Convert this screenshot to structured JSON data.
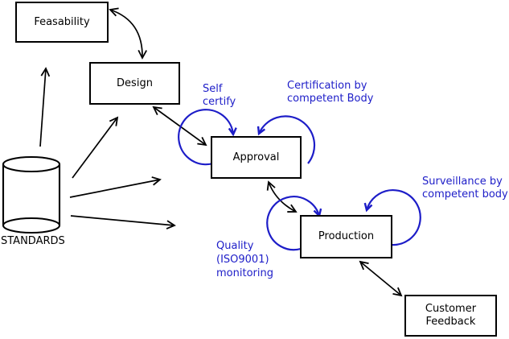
{
  "diagram": {
    "nodes": {
      "feasability": {
        "label": "Feasability"
      },
      "design": {
        "label": "Design"
      },
      "approval": {
        "label": "Approval"
      },
      "production": {
        "label": "Production"
      },
      "customer_feedback": {
        "line1": "Customer",
        "line2": "Feedback"
      },
      "standards": {
        "label": "STANDARDS"
      }
    },
    "annotations": {
      "self_certify": {
        "line1": "Self",
        "line2": "certify"
      },
      "certification": {
        "line1": "Certification by",
        "line2": "competent Body"
      },
      "surveillance": {
        "line1": "Surveillance by",
        "line2": "competent body"
      },
      "quality": {
        "line1": "Quality",
        "line2": "(ISO9001)",
        "line3": "monitoring"
      }
    },
    "edges": [
      {
        "from": "standards",
        "to": "feasability",
        "style": "single-arrow"
      },
      {
        "from": "standards",
        "to": "design",
        "style": "single-arrow"
      },
      {
        "from": "standards",
        "to": "approval",
        "style": "single-arrow"
      },
      {
        "from": "standards",
        "to": "production",
        "style": "single-arrow"
      },
      {
        "from": "feasability",
        "to": "design",
        "style": "double-arrow"
      },
      {
        "from": "design",
        "to": "approval",
        "style": "double-arrow"
      },
      {
        "from": "approval",
        "to": "production",
        "style": "double-arrow"
      },
      {
        "from": "production",
        "to": "customer_feedback",
        "style": "double-arrow"
      },
      {
        "from": "approval",
        "to": "approval",
        "style": "self-loop",
        "label": "Self certify"
      },
      {
        "from": "approval",
        "to": "approval",
        "style": "self-loop",
        "label": "Certification by competent Body"
      },
      {
        "from": "production",
        "to": "production",
        "style": "self-loop",
        "label": "Quality (ISO9001) monitoring"
      },
      {
        "from": "production",
        "to": "production",
        "style": "self-loop",
        "label": "Surveillance by competent body"
      }
    ],
    "colors": {
      "annotation": "#1d1dc8",
      "line": "#000000",
      "box_fill": "#ffffff"
    }
  }
}
